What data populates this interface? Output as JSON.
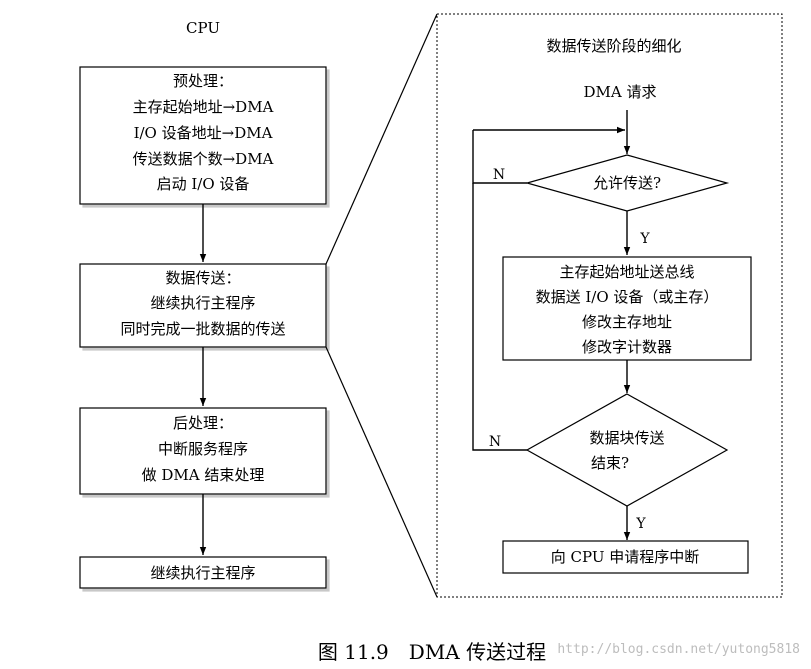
{
  "left": {
    "title": "CPU",
    "pre": {
      "label": "预处理：",
      "lines": [
        "主存起始地址→DMA",
        "I/O 设备地址→DMA",
        "传送数据个数→DMA",
        "启动 I/O 设备"
      ]
    },
    "transfer": {
      "label": "数据传送：",
      "lines": [
        "继续执行主程序",
        "同时完成一批数据的传送"
      ]
    },
    "post": {
      "label": "后处理：",
      "lines": [
        "中断服务程序",
        "做 DMA 结束处理"
      ]
    },
    "cont": "继续执行主程序"
  },
  "right": {
    "title": "数据传送阶段的细化",
    "request": "DMA 请求",
    "allow": "允许传送?",
    "process": [
      "主存起始地址送总线",
      "数据送 I/O 设备（或主存）",
      "修改主存地址",
      "修改字计数器"
    ],
    "done": [
      "数据块传送",
      "结束?"
    ],
    "interrupt": "向 CPU 申请程序中断",
    "yes": "Y",
    "no": "N"
  },
  "caption": "图 11.9　DMA 传送过程",
  "watermark": "http://blog.csdn.net/yutong5818"
}
